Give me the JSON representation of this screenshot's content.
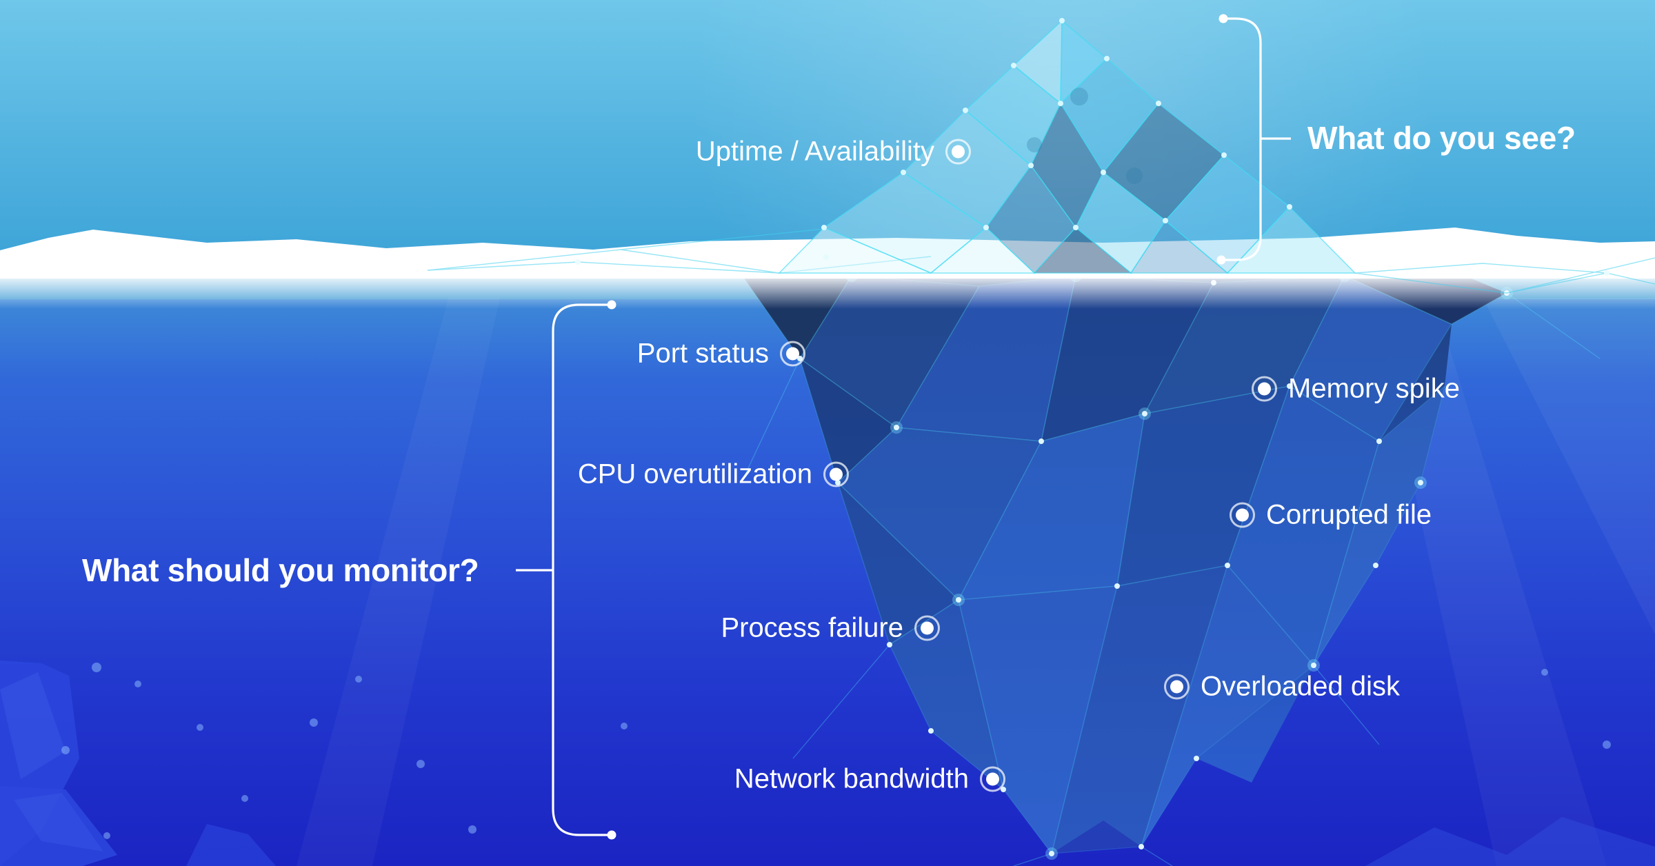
{
  "above_water": {
    "heading": "What do you see?",
    "items": [
      {
        "label": "Uptime / Availability",
        "icon": "target-dot-marker"
      }
    ]
  },
  "below_water": {
    "heading": "What should you monitor?",
    "items_left": [
      {
        "label": "Port status",
        "icon": "target-dot-marker"
      },
      {
        "label": "CPU overutilization",
        "icon": "target-dot-marker"
      },
      {
        "label": "Process failure",
        "icon": "target-dot-marker"
      },
      {
        "label": "Network bandwidth",
        "icon": "target-dot-marker"
      }
    ],
    "items_right": [
      {
        "label": "Memory spike",
        "icon": "target-dot-marker"
      },
      {
        "label": "Corrupted file",
        "icon": "target-dot-marker"
      },
      {
        "label": "Overloaded disk",
        "icon": "target-dot-marker"
      }
    ]
  },
  "colors": {
    "sky_top": "#6fc7ea",
    "sky_bottom": "#3fa5d8",
    "waterline": "#ffffff",
    "water_top": "#4193d8",
    "water_mid": "#2b52d6",
    "water_bottom": "#1b24c2",
    "wireframe_accent": "#41dcf5",
    "berg_shadow": "#1c3560",
    "text": "#ffffff"
  }
}
